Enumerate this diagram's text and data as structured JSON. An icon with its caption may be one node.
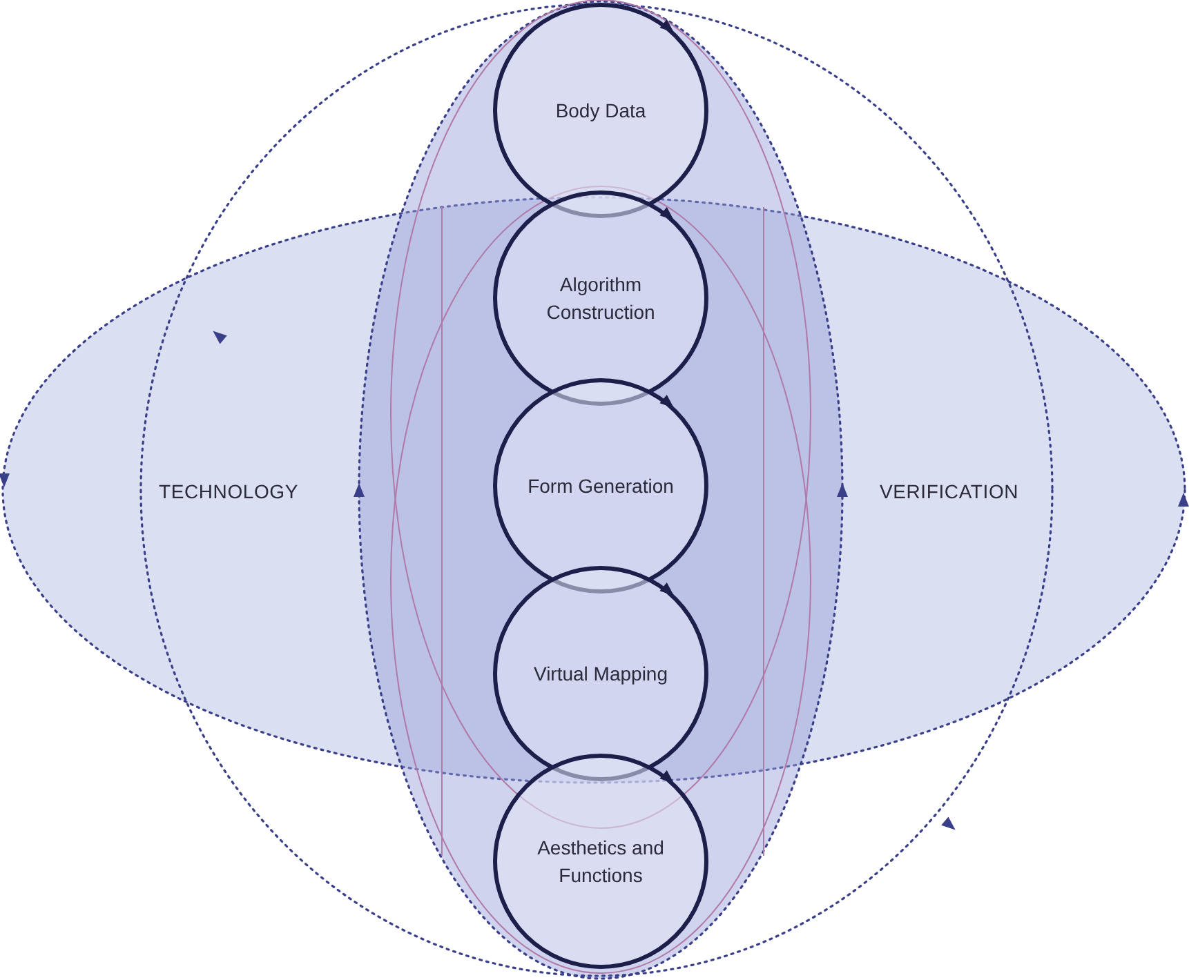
{
  "diagram": {
    "nodes": [
      {
        "text": [
          "Body Data"
        ]
      },
      {
        "text": [
          "Algorithm Construction"
        ]
      },
      {
        "text": [
          "Form Generation"
        ]
      },
      {
        "text": [
          "Virtual Mapping"
        ]
      },
      {
        "text": [
          "Aesthetics and Functions"
        ]
      }
    ],
    "labels": [
      "TECHNOLOGY",
      "VERIFICATION"
    ]
  }
}
